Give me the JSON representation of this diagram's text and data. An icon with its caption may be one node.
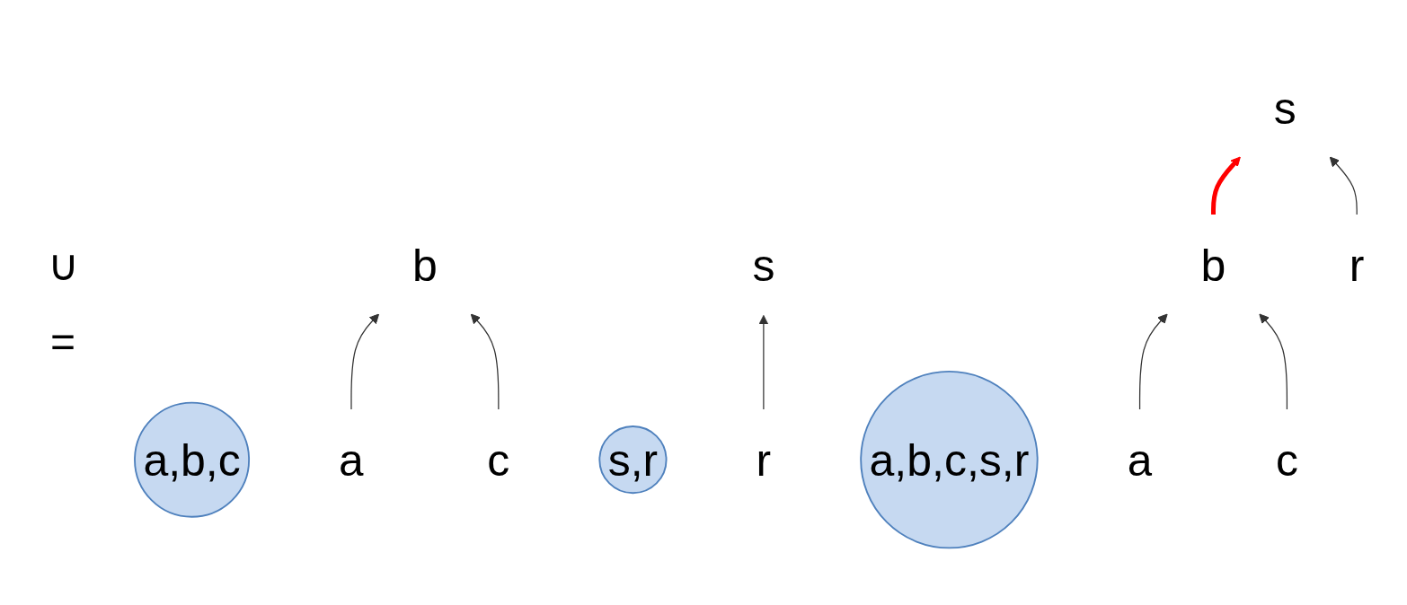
{
  "diagram": {
    "nodes": [
      {
        "text": [
          "a,b,c"
        ]
      },
      {
        "text": [
          "b"
        ]
      },
      {
        "text": [
          "a"
        ]
      },
      {
        "text": [
          "c"
        ]
      },
      {
        "text": [
          "s,r"
        ]
      },
      {
        "text": [
          "s"
        ]
      },
      {
        "text": [
          "r"
        ]
      },
      {
        "text": [
          "a,b,c,s,r"
        ]
      },
      {
        "text": [
          "s"
        ]
      },
      {
        "text": [
          "b"
        ]
      },
      {
        "text": [
          "r"
        ]
      },
      {
        "text": [
          "a"
        ]
      },
      {
        "text": [
          "c"
        ]
      }
    ],
    "edges": [
      {
        "from": 2,
        "to": 1,
        "arrow": "to"
      },
      {
        "from": 3,
        "to": 1,
        "arrow": "to"
      },
      {
        "from": 6,
        "to": 5,
        "arrow": "to"
      },
      {
        "from": 9,
        "to": 8,
        "arrow": "to",
        "style": "thick",
        "color": "#ff0000"
      },
      {
        "from": 10,
        "to": 8,
        "arrow": "to"
      },
      {
        "from": 11,
        "to": 9,
        "arrow": "to"
      },
      {
        "from": 12,
        "to": 9,
        "arrow": "to"
      }
    ],
    "labels": [
      "∪",
      "="
    ]
  }
}
